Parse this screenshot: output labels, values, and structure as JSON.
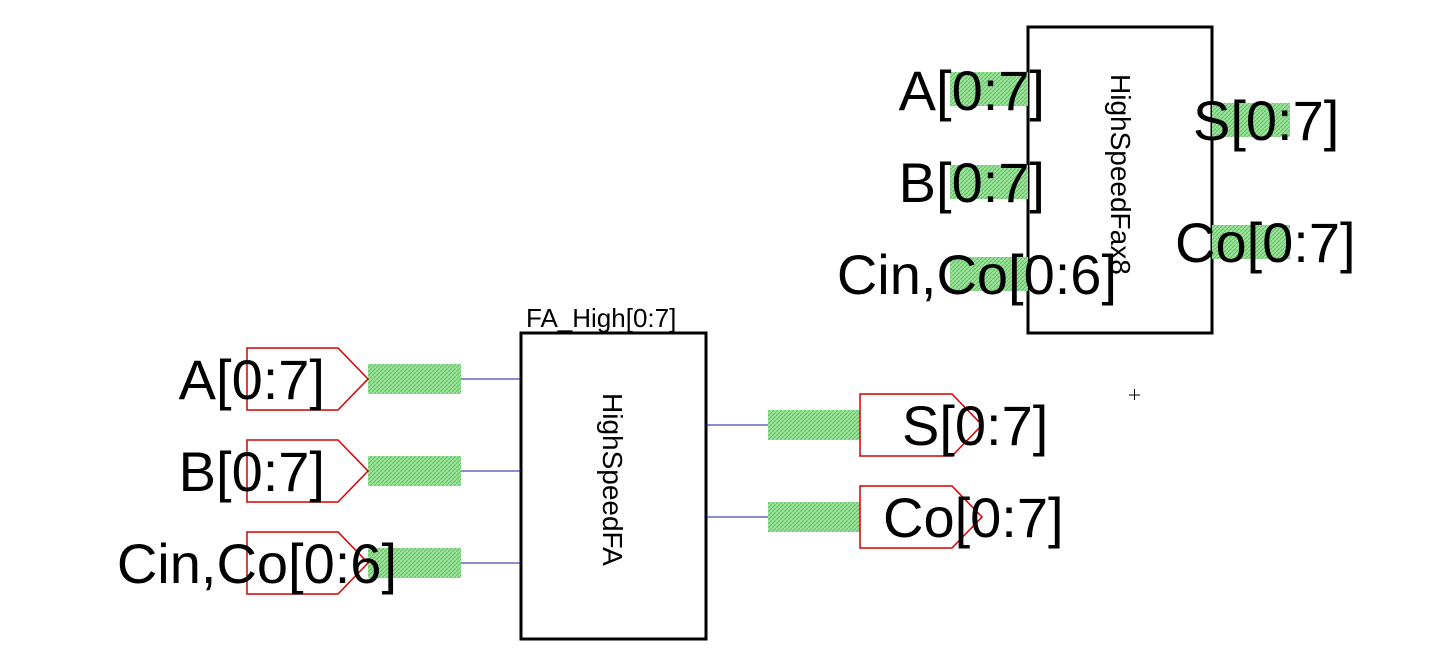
{
  "colors": {
    "background": "#ffffff",
    "symbol_outline": "#000000",
    "pin_marker": "#7fd47f",
    "port_outline": "#d40000",
    "wire": "#1a1aa0"
  },
  "symbol": {
    "cell_name": "HighSpeedFax8",
    "pins": {
      "a": "A[0:7]",
      "b": "B[0:7]",
      "cin": "Cin,Co[0:6]",
      "s": "S[0:7]",
      "co": "Co[0:7]"
    }
  },
  "instance": {
    "instance_name": "FA_High[0:7]",
    "cell_name": "HighSpeedFA",
    "input_ports": {
      "a": "A[0:7]",
      "b": "B[0:7]",
      "cin": "Cin,Co[0:6]"
    },
    "output_ports": {
      "s": "S[0:7]",
      "co": "Co[0:7]"
    }
  },
  "cursor_icon": "crosshair-icon"
}
